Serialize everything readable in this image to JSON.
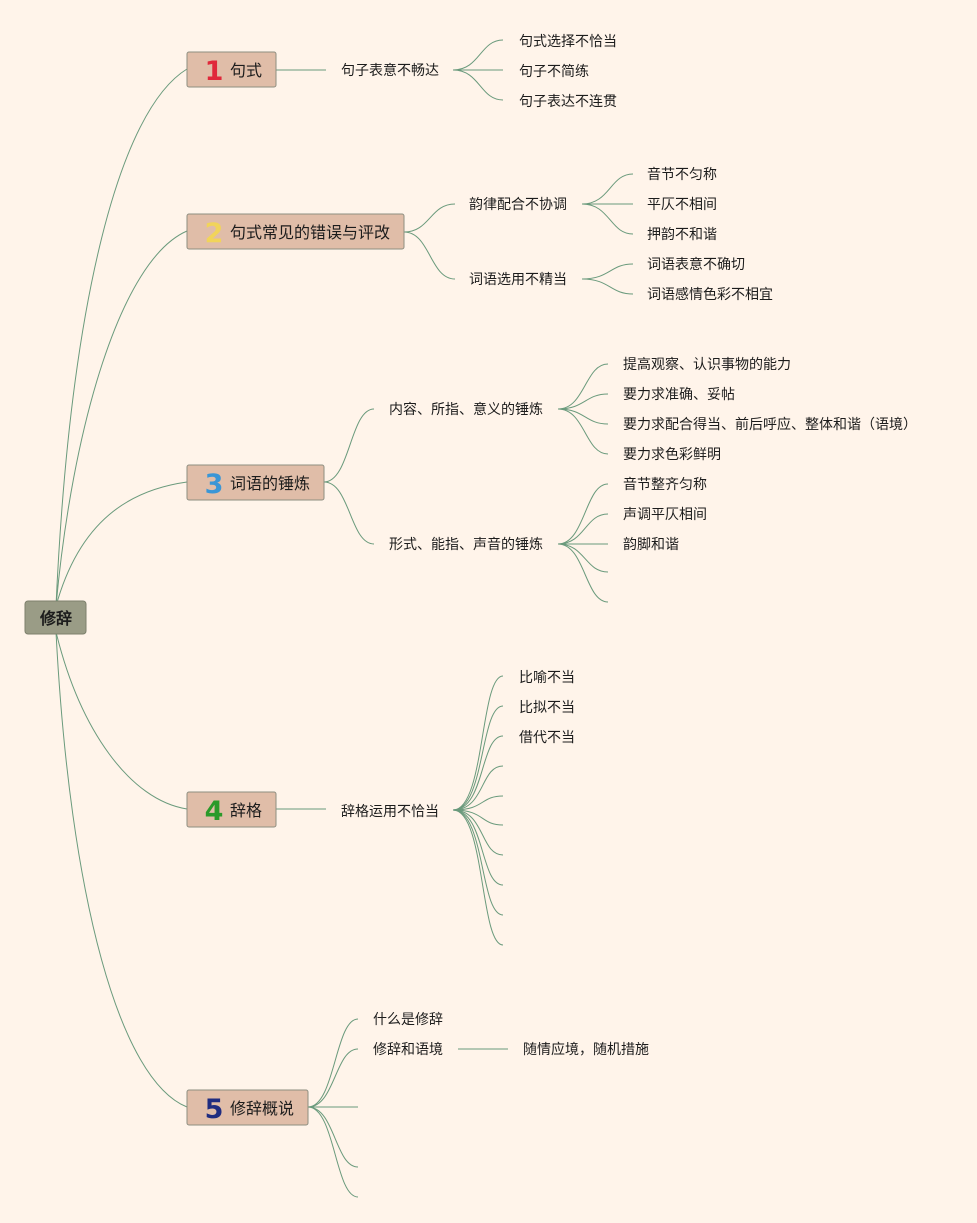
{
  "root": {
    "label": "修辞"
  },
  "branches": [
    {
      "number": "1",
      "number_color": "#e0283a",
      "label": "句式",
      "children": [
        {
          "label": "句子表意不畅达",
          "children": [
            "句式选择不恰当",
            "句子不简练",
            "句子表达不连贯"
          ]
        }
      ]
    },
    {
      "number": "2",
      "number_color": "#f1d45a",
      "label": "句式常见的错误与评改",
      "children": [
        {
          "label": "韵律配合不协调",
          "children": [
            "音节不匀称",
            "平仄不相间",
            "押韵不和谐"
          ]
        },
        {
          "label": "词语选用不精当",
          "children": [
            "词语表意不确切",
            "词语感情色彩不相宜"
          ]
        }
      ]
    },
    {
      "number": "3",
      "number_color": "#3a96d6",
      "label": "词语的锤炼",
      "children": [
        {
          "label": "内容、所指、意义的锤炼",
          "children": [
            "提高观察、认识事物的能力",
            "要力求准确、妥帖",
            "要力求配合得当、前后呼应、整体和谐（语境）",
            "要力求色彩鲜明"
          ]
        },
        {
          "label": "形式、能指、声音的锤炼",
          "children": [
            "音节整齐匀称",
            "声调平仄相间",
            "韵脚和谐",
            "",
            ""
          ]
        }
      ]
    },
    {
      "number": "4",
      "number_color": "#2a9a2a",
      "label": "辞格",
      "children": [
        {
          "label": "辞格运用不恰当",
          "children": [
            "比喻不当",
            "比拟不当",
            "借代不当",
            "",
            "",
            "",
            "",
            "",
            ""
          ]
        }
      ]
    },
    {
      "number": "5",
      "number_color": "#1f2c80",
      "label": "修辞概说",
      "children": [
        {
          "label": "什么是修辞",
          "children": []
        },
        {
          "label": "修辞和语境",
          "children": [
            "随情应境，随机措施"
          ]
        },
        {
          "label": "",
          "children": []
        },
        {
          "label": "",
          "children": []
        },
        {
          "label": "",
          "children": []
        }
      ]
    }
  ]
}
